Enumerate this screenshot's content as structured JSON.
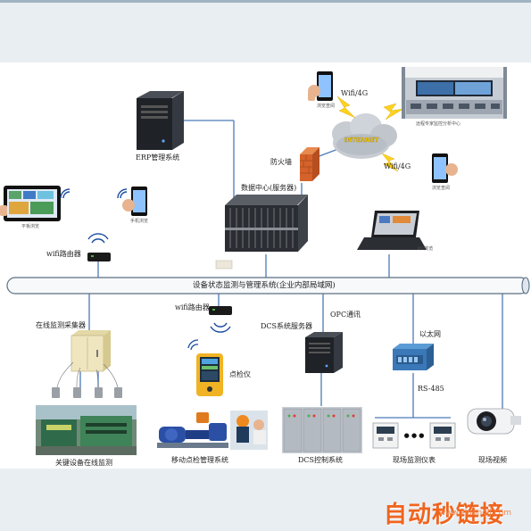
{
  "diagram": {
    "bus_label": "设备状态监测与管理系统(企业内部局域网)",
    "internet_label": "INTERNET",
    "top": {
      "erp": "ERP管理系统",
      "firewall": "防火墙",
      "datacenter": "数据中心(服务器)",
      "wifi4g_top": "Wifi/4G",
      "wifi4g_right": "Wifi/4G",
      "phone_browse_top": "浏览查阅",
      "phone_browse_right": "浏览查阅",
      "control_center": "远程专家监控分析中心",
      "tablet": "平板浏览",
      "phone_left": "手机浏览",
      "wifi_router": "wifi路由器",
      "pc": "PC浏览"
    },
    "bottom": {
      "collector": "在线监测采集器",
      "wifi_router": "wifi路由器",
      "inspector": "点检仪",
      "dcs_server": "DCS系统服务器",
      "opc": "OPC通讯",
      "ethernet": "以太网",
      "rs485": "RS-485",
      "key_equipment": "关键设备在线监测",
      "mobile_inspection": "移动点检管理系统",
      "dcs_control": "DCS控制系统",
      "field_instruments": "现场监测仪表",
      "field_video": "现场视频"
    },
    "inspector_screen": "",
    "field_dots": "● ● ●"
  },
  "watermark": {
    "text": "自动秒链接",
    "url": "www.zidonglj.com"
  }
}
